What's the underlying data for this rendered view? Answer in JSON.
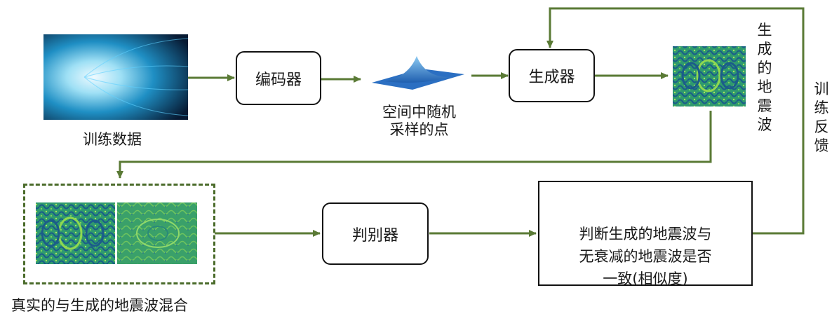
{
  "nodes": {
    "training_data": "训练数据",
    "encoder": "编码器",
    "latent_points": "空间中随机\n采样的点",
    "generator": "生成器",
    "generated_wave": "生成的地震波",
    "training_feedback": "训练反馈",
    "mixed_waves": "真实的与生成的地震波混合",
    "discriminator": "判别器",
    "judgement": "判断生成的地震波与\n无衰减的地震波是否\n一致(相似度)"
  },
  "colors": {
    "arrow": "#5a7a35",
    "box_border": "#111111",
    "dashed_border": "#4a6b2a"
  }
}
